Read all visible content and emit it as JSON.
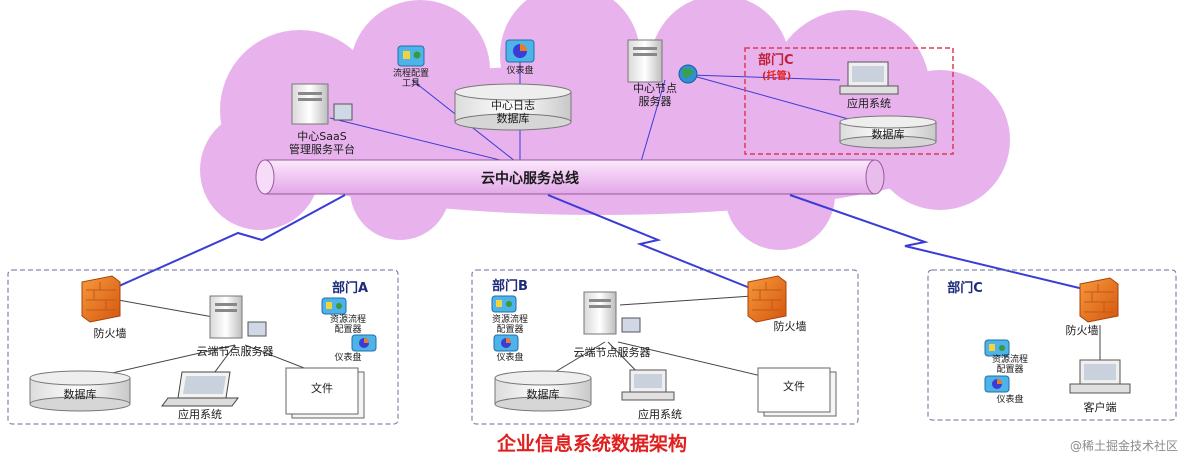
{
  "title": "企业信息系统数据架构",
  "watermark": "@稀土掘金技术社区",
  "colors": {
    "cloud": "#e8b3ec",
    "bus": "#f3d4f5",
    "wire": "#3b3bd6",
    "title": "#e0201e",
    "firewall": "#f07a1c",
    "dashed": "#6b6b9a",
    "hosted_border": "#e03a55"
  },
  "cloud": {
    "saas_platform": [
      "中心SaaS",
      "管理服务平台"
    ],
    "flow_config_tool": [
      "流程配置",
      "工具"
    ],
    "dashboard": "仪表盘",
    "log_db": [
      "中心日志",
      "数据库"
    ],
    "center_node_server": [
      "中心节点",
      "服务器"
    ],
    "bus": "云中心服务总线",
    "dept_c_hosted": {
      "title": "部门C",
      "subtitle": "(托管)",
      "app_system": "应用系统",
      "database": "数据库"
    }
  },
  "dept_a": {
    "title": "部门A",
    "firewall": "防火墙",
    "cloud_node_server": "云端节点服务器",
    "resource_flow_config": [
      "资源流程",
      "配置器"
    ],
    "dashboard": "仪表盘",
    "database": "数据库",
    "app_system": "应用系统",
    "file": "文件"
  },
  "dept_b": {
    "title": "部门B",
    "firewall": "防火墙",
    "cloud_node_server": "云端节点服务器",
    "resource_flow_config": [
      "资源流程",
      "配置器"
    ],
    "dashboard": "仪表盘",
    "database": "数据库",
    "app_system": "应用系统",
    "file": "文件"
  },
  "dept_c": {
    "title": "部门C",
    "firewall": "防火墙",
    "resource_flow_config": [
      "资源流程",
      "配置器"
    ],
    "dashboard": "仪表盘",
    "client": "客户端"
  }
}
